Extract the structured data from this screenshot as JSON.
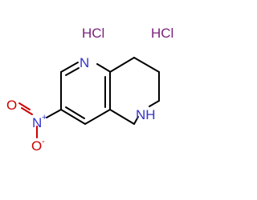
{
  "salts": [
    "HCl",
    "HCl"
  ],
  "atoms": {
    "ring_n": "N",
    "amine_nh": "NH",
    "nitro_n": "N",
    "nitro_o_top": "O",
    "nitro_o_bottom": "O"
  },
  "charges": {
    "nitro_n": "+",
    "nitro_o_bottom": "-"
  },
  "colors": {
    "nitrogen": "#3333cc",
    "oxygen": "#cc0000",
    "chlorine_salt": "#7a1f7a",
    "carbon_bond": "#000000"
  }
}
